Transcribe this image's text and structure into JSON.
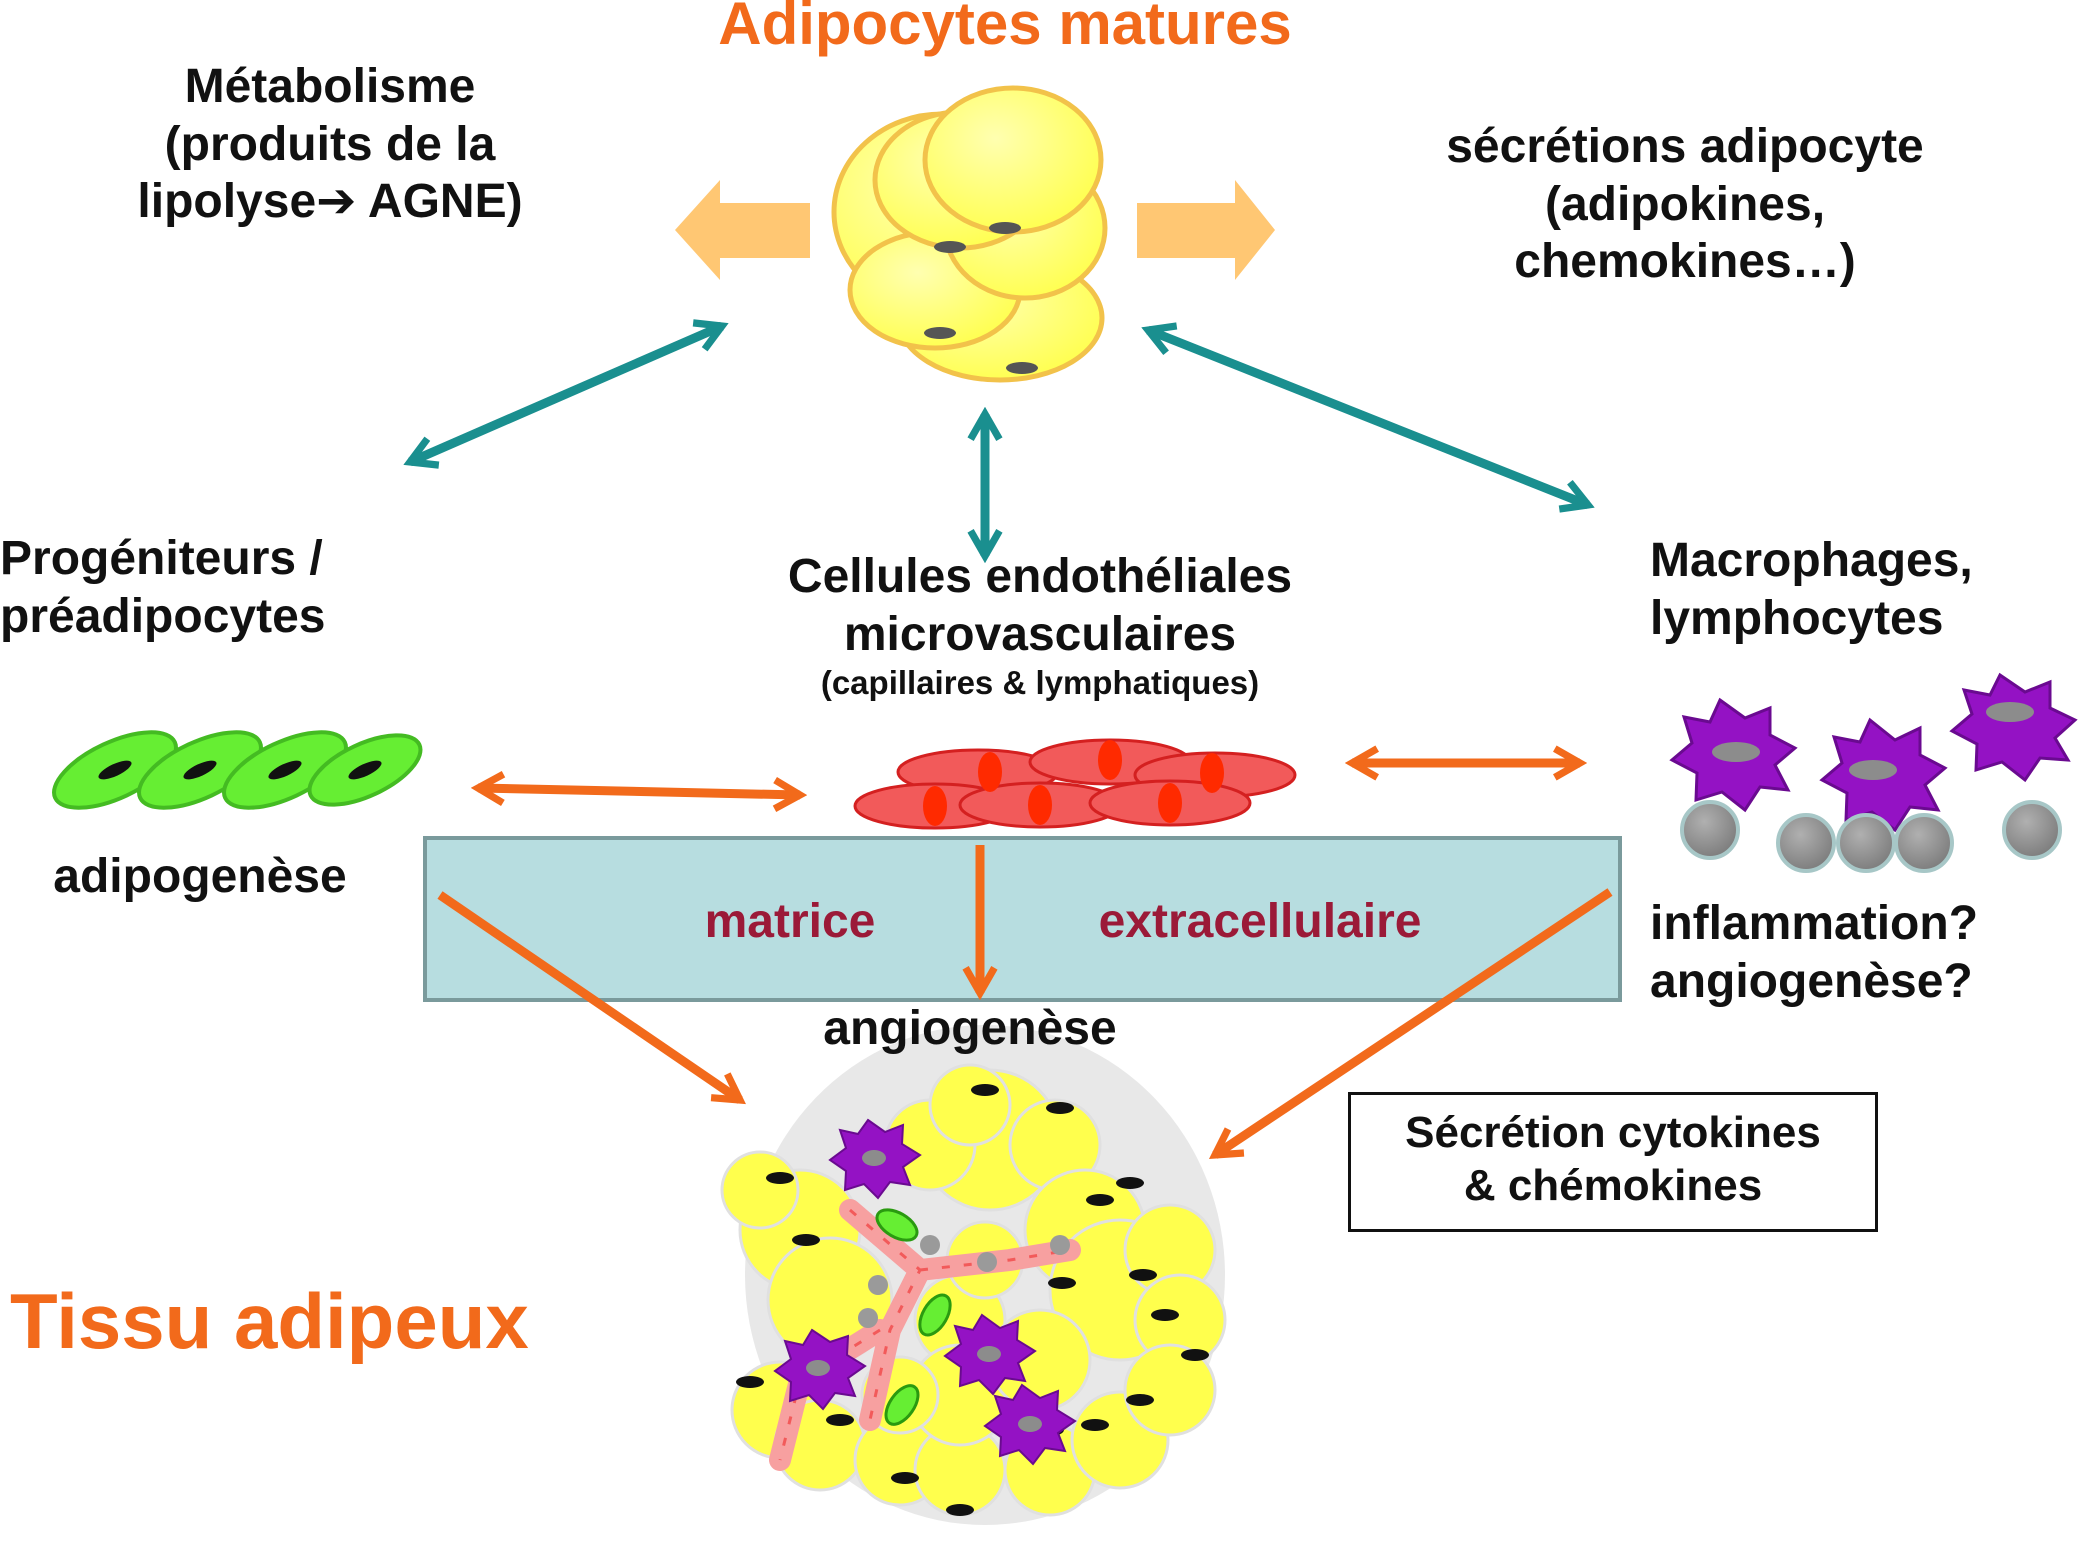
{
  "title_top": "Adipocytes matures",
  "metabolism": [
    "Métabolisme",
    "(produits de la",
    "lipolyse➔ AGNE)"
  ],
  "secretions": [
    "sécrétions adipocyte",
    "(adipokines,",
    "chemokines…)"
  ],
  "progenitors": [
    "Progéniteurs /",
    "préadipocytes"
  ],
  "adipogenesis": "adipogenèse",
  "endothelial": [
    "Cellules endothéliales",
    "microvasculaires"
  ],
  "endothelial_sub": "(capillaires & lymphatiques)",
  "macrophages": [
    "Macrophages,",
    "lymphocytes"
  ],
  "matrix_left": "matrice",
  "matrix_right": "extracellulaire",
  "angiogenesis": "angiogenèse",
  "inflammation": [
    "inflammation?",
    "angiogenèse?"
  ],
  "cytokines_box": [
    "Sécrétion cytokines",
    "& chémokines"
  ],
  "tissue_title": "Tissu adipeux",
  "colors": {
    "orange": "#f26a1b",
    "teal": "#1a8f8f",
    "matrix_fill": "#b7dde0",
    "matrix_text": "#9b1a38",
    "adipocyte_yellow": "#ffff4d",
    "preadipocyte_green": "#66ee33",
    "endothelial_red": "#f25a5a",
    "macrophage_purple": "#9412c4",
    "lymphocyte_gray": "#8c8c8c"
  }
}
